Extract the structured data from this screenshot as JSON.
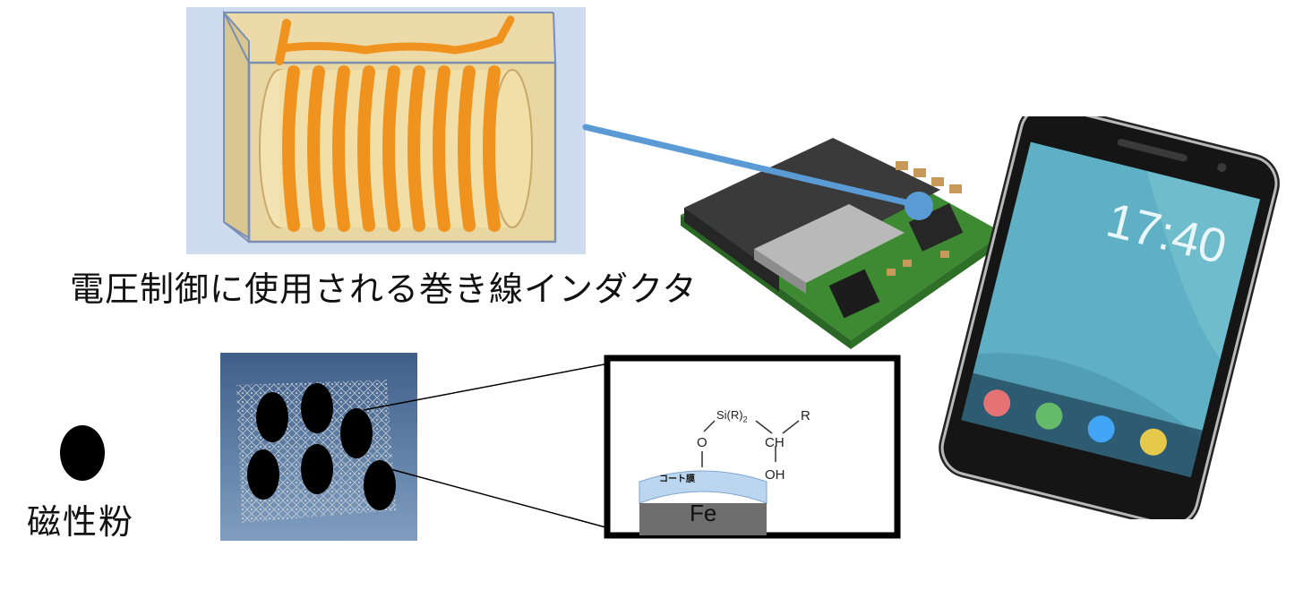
{
  "labels": {
    "inductor_caption": "電圧制御に使用される巻き線インダクタ",
    "magnetic_powder_caption": "磁性粉"
  },
  "chemistry": {
    "silane_group": "Si(R)",
    "silane_subscript": "2",
    "oxygen": "O",
    "ch_group": "CH",
    "r_group": "R",
    "hydroxyl": "OH",
    "coat_film": "コート膜",
    "iron": "Fe"
  },
  "phone": {
    "clock": "17:40"
  },
  "colors": {
    "coil_orange": "#f0921e",
    "inductor_box": "#e9d7a3",
    "inductor_bg": "#cfdcf0",
    "connector_blue": "#5b9bd5",
    "coat_blue": "#bcd6ef",
    "iron_gray": "#6e6e6e",
    "powder_panel": "#55759c",
    "pcb_green": "#3d8a33",
    "phone_screen": "#5fb0c4"
  },
  "icons": [
    "inductor-coil-icon",
    "pcb-module-icon",
    "smartphone-icon",
    "powder-particle-icon"
  ]
}
